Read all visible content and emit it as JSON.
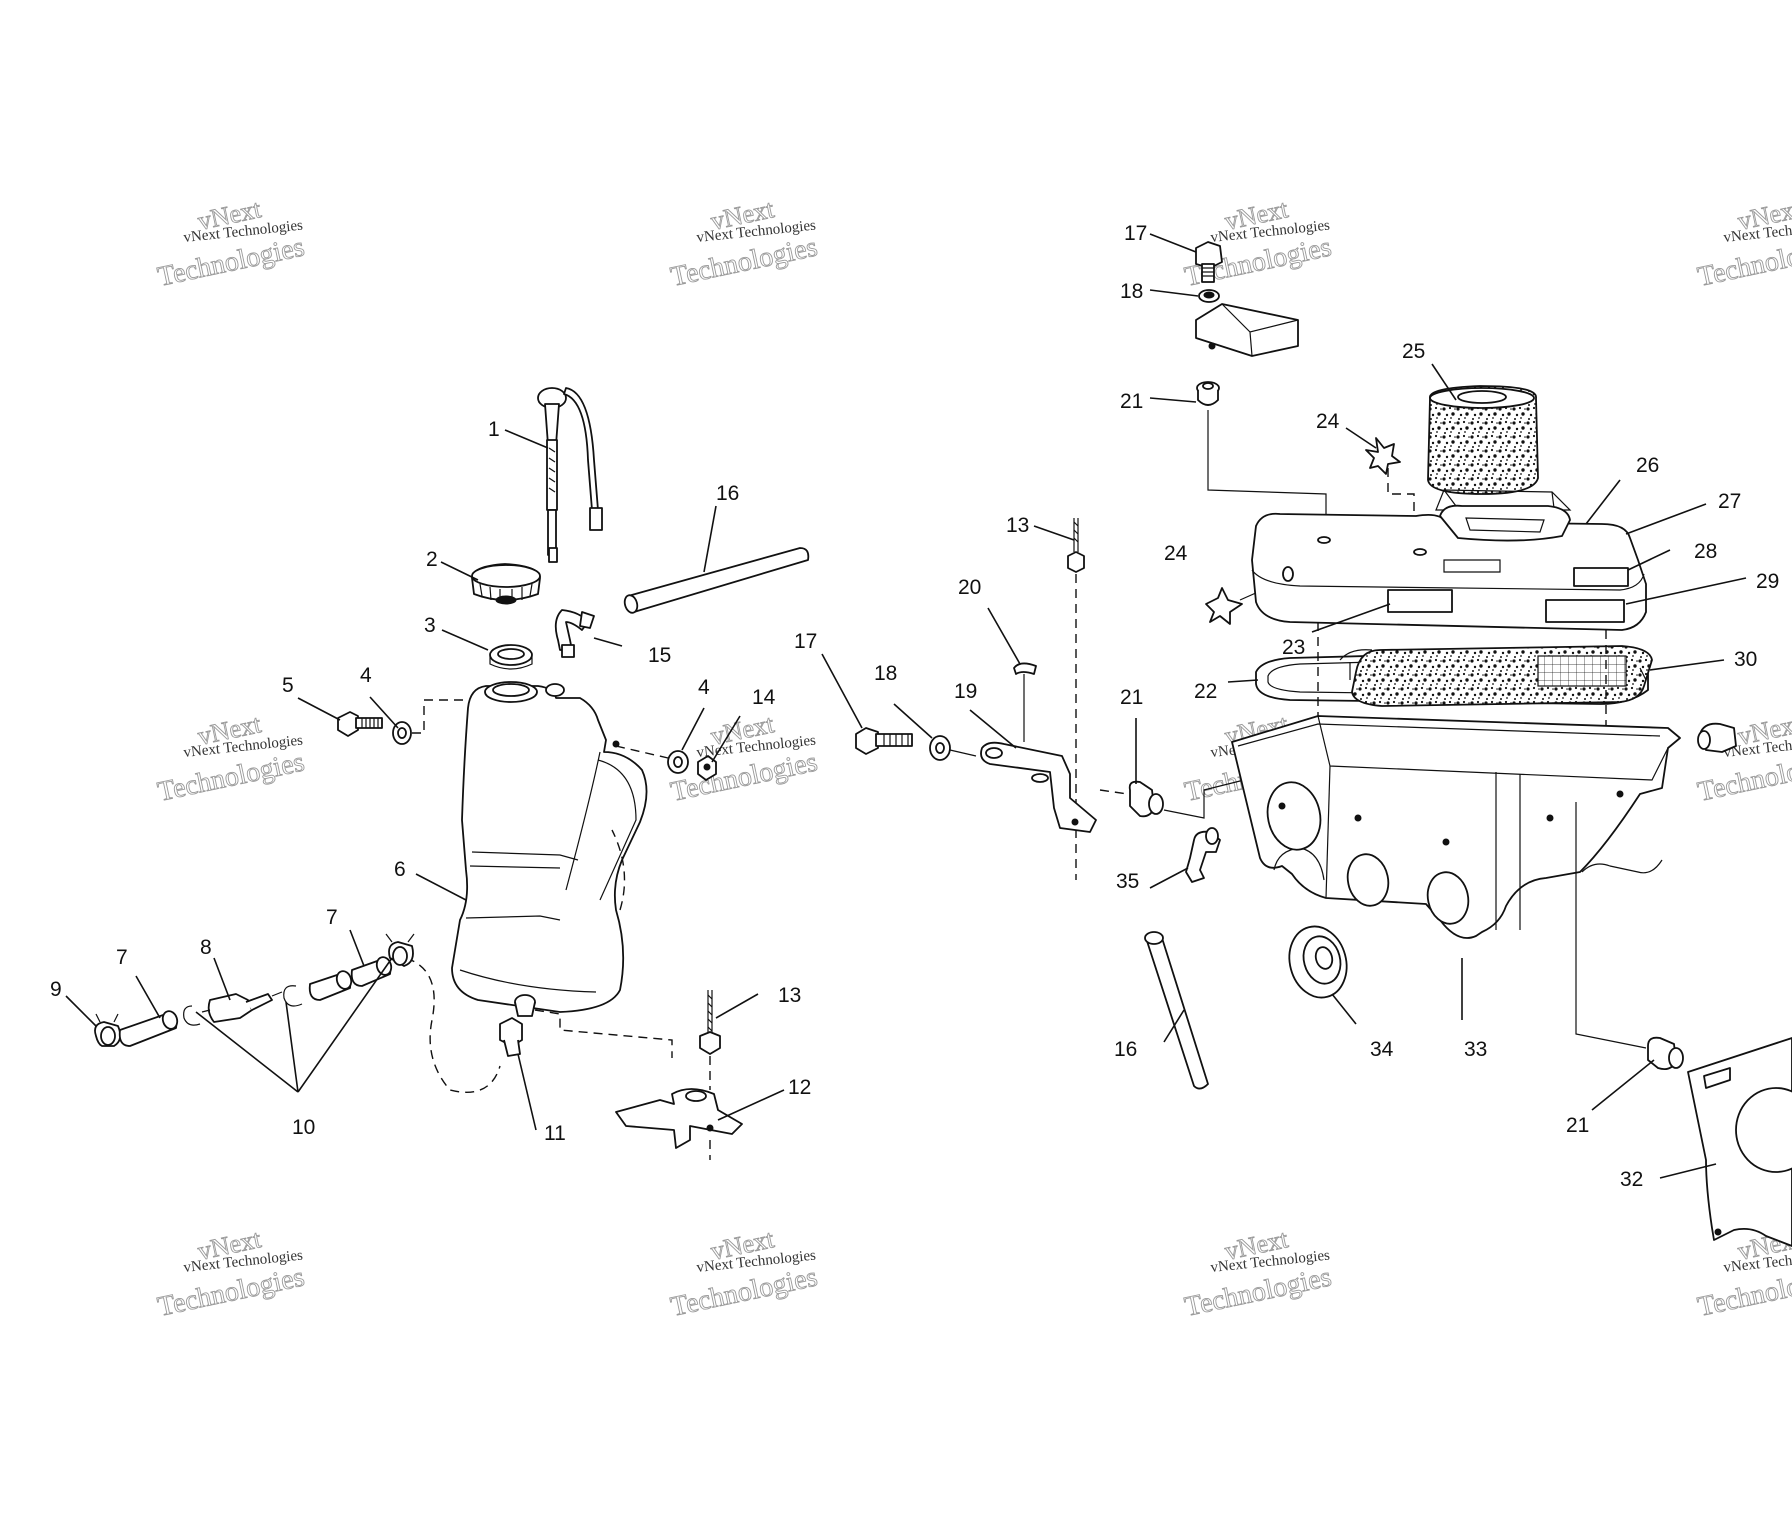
{
  "watermark": {
    "line1": "vNext",
    "line2": "vNext Technologies",
    "line3": "Technologies"
  },
  "callouts": [
    {
      "id": "c1",
      "text": "1"
    },
    {
      "id": "c2",
      "text": "2"
    },
    {
      "id": "c3",
      "text": "3"
    },
    {
      "id": "c4a",
      "text": "4"
    },
    {
      "id": "c5",
      "text": "5"
    },
    {
      "id": "c4b",
      "text": "4"
    },
    {
      "id": "c14",
      "text": "14"
    },
    {
      "id": "c6",
      "text": "6"
    },
    {
      "id": "c7a",
      "text": "7"
    },
    {
      "id": "c7b",
      "text": "7"
    },
    {
      "id": "c8",
      "text": "8"
    },
    {
      "id": "c9",
      "text": "9"
    },
    {
      "id": "c10",
      "text": "10"
    },
    {
      "id": "c11",
      "text": "11"
    },
    {
      "id": "c12",
      "text": "12"
    },
    {
      "id": "c13a",
      "text": "13"
    },
    {
      "id": "c15",
      "text": "15"
    },
    {
      "id": "c16a",
      "text": "16"
    },
    {
      "id": "c13b",
      "text": "13"
    },
    {
      "id": "c20",
      "text": "20"
    },
    {
      "id": "c17a",
      "text": "17"
    },
    {
      "id": "c18a",
      "text": "18"
    },
    {
      "id": "c19",
      "text": "19"
    },
    {
      "id": "c21a",
      "text": "21"
    },
    {
      "id": "c17b",
      "text": "17"
    },
    {
      "id": "c18b",
      "text": "18"
    },
    {
      "id": "c21b",
      "text": "21"
    },
    {
      "id": "c25",
      "text": "25"
    },
    {
      "id": "c24a",
      "text": "24"
    },
    {
      "id": "c26",
      "text": "26"
    },
    {
      "id": "c27",
      "text": "27"
    },
    {
      "id": "c24b",
      "text": "24"
    },
    {
      "id": "c28",
      "text": "28"
    },
    {
      "id": "c29",
      "text": "29"
    },
    {
      "id": "c23",
      "text": "23"
    },
    {
      "id": "c22",
      "text": "22"
    },
    {
      "id": "c30",
      "text": "30"
    },
    {
      "id": "c35",
      "text": "35"
    },
    {
      "id": "c16b",
      "text": "16"
    },
    {
      "id": "c34",
      "text": "34"
    },
    {
      "id": "c33",
      "text": "33"
    },
    {
      "id": "c21c",
      "text": "21"
    },
    {
      "id": "c32",
      "text": "32"
    }
  ]
}
